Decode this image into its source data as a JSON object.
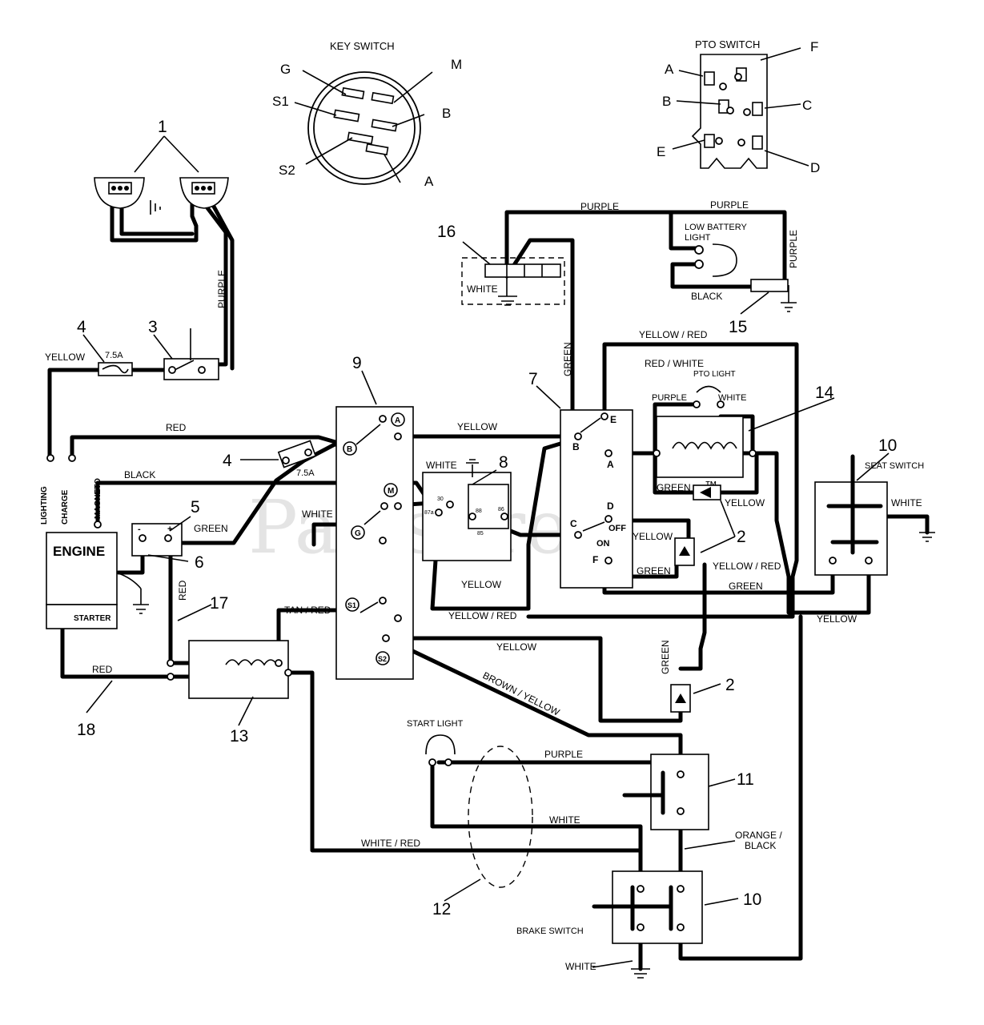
{
  "diagram": {
    "watermark": "PartsTree",
    "trademark": "™",
    "components": {
      "key_switch": {
        "title": "KEY SWITCH",
        "terminals": {
          "g": "G",
          "s1": "S1",
          "s2": "S2",
          "m": "M",
          "b": "B",
          "a": "A"
        }
      },
      "pto_switch": {
        "title": "PTO SWITCH",
        "terminals": {
          "a": "A",
          "b": "B",
          "c": "C",
          "d": "D",
          "e": "E",
          "f": "F"
        }
      },
      "engine": {
        "title": "ENGINE",
        "starter": "STARTER",
        "lighting": "LIGHTING",
        "charge": "CHARGE",
        "magneto": "MAGNETO"
      },
      "fuse": {
        "rating": "7.5A"
      },
      "low_battery_light": {
        "line1": "LOW BATTERY",
        "line2": "LIGHT"
      },
      "pto_light": "PTO LIGHT",
      "seat_switch": "SEAT SWITCH",
      "start_light": "START LIGHT",
      "brake_switch": "BRAKE SWITCH",
      "ignition_terminals": {
        "a": "A",
        "b": "B",
        "m": "M",
        "g": "G",
        "s1": "S1",
        "s2": "S2"
      },
      "relay_pins": {
        "p30": "30",
        "p87a": "87a",
        "p88": "88",
        "p86": "86",
        "p85": "85"
      },
      "pto_contacts": {
        "e": "E",
        "b": "B",
        "a": "A",
        "d": "D",
        "c": "C",
        "off": "OFF",
        "on": "ON",
        "f": "F"
      },
      "battery_signs": {
        "neg": "-",
        "pos": "+"
      }
    },
    "callouts": [
      "1",
      "2",
      "3",
      "4",
      "5",
      "6",
      "7",
      "8",
      "9",
      "10",
      "11",
      "12",
      "13",
      "14",
      "15",
      "16",
      "17",
      "18"
    ],
    "wire_labels": {
      "purple": "PURPLE",
      "yellow": "YELLOW",
      "red": "RED",
      "black": "BLACK",
      "green": "GREEN",
      "white": "WHITE",
      "yellow_red": "YELLOW / RED",
      "red_white": "RED / WHITE",
      "tan_red": "TAN / RED",
      "brown_yellow": "BROWN / YELLOW",
      "white_red": "WHITE / RED",
      "orange_black_1": "ORANGE /",
      "orange_black_2": "BLACK"
    }
  }
}
